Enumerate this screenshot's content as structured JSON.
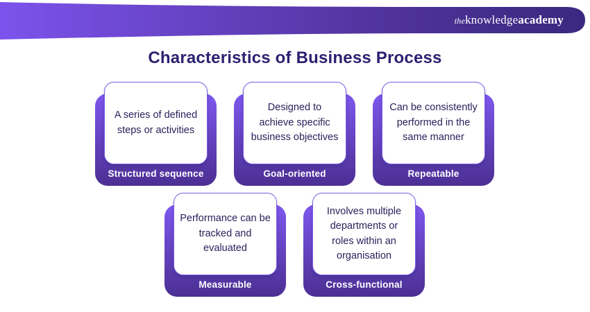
{
  "header": {
    "logo_the": "the",
    "logo_knowledge": "knowledge",
    "logo_academy": "academy",
    "gradient_left": "#7C53EC",
    "gradient_right": "#3A2980"
  },
  "title": "Characteristics of Business Process",
  "colors": {
    "title_text": "#2B2171",
    "card_text": "#27225B",
    "pill_gradient_top": "#7E58EE",
    "pill_gradient_bottom": "#4B2F93",
    "card_border": "#7E5FE6",
    "label_text": "#FFFFFF",
    "background": "#FFFFFF"
  },
  "cards": [
    {
      "description": "A series of defined steps or activities",
      "label": "Structured sequence"
    },
    {
      "description": "Designed to achieve specific business objectives",
      "label": "Goal-oriented"
    },
    {
      "description": "Can be consistently performed in the same manner",
      "label": "Repeatable"
    },
    {
      "description": "Performance can be tracked and evaluated",
      "label": "Measurable"
    },
    {
      "description": "Involves multiple departments or roles within an organisation",
      "label": "Cross-functional"
    }
  ]
}
